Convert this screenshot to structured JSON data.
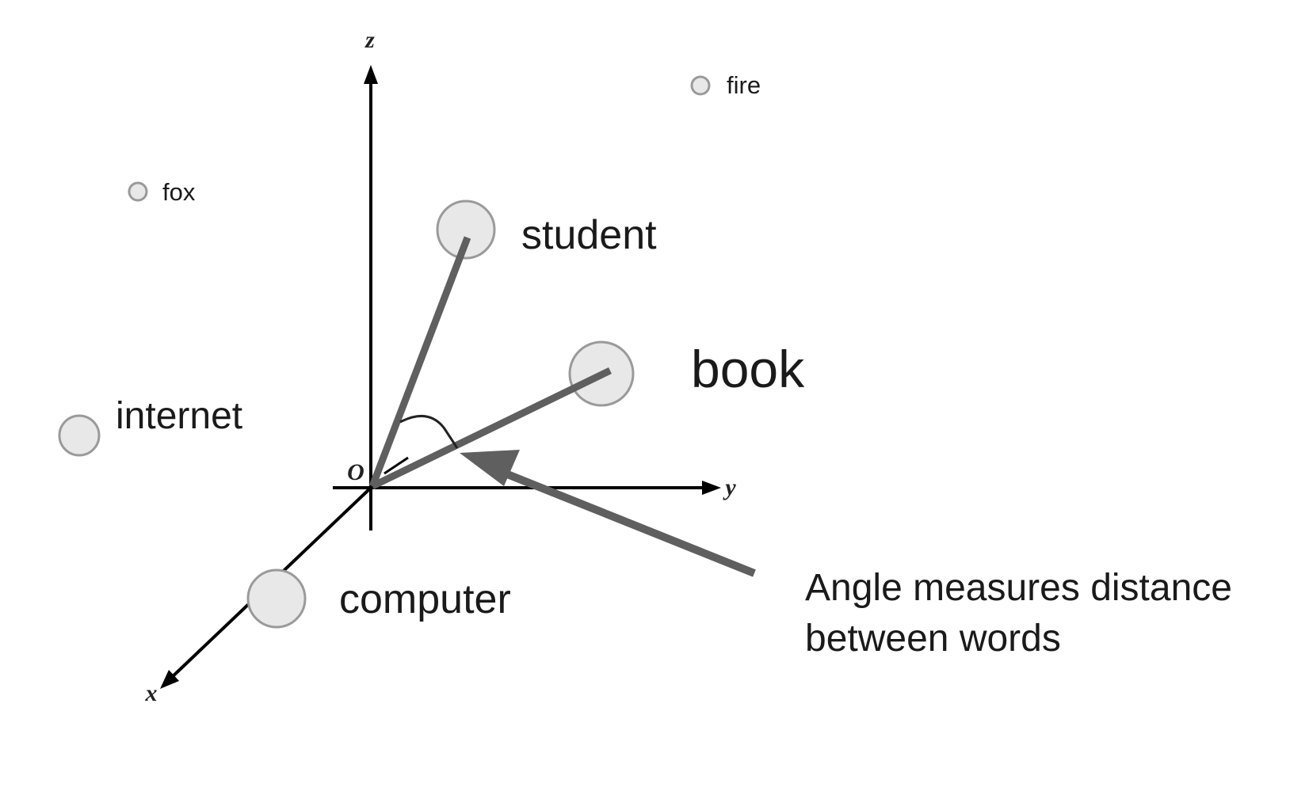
{
  "axes": {
    "z_label": "z",
    "y_label": "y",
    "x_label": "x",
    "origin_label": "O"
  },
  "words": {
    "fire": "fire",
    "fox": "fox",
    "student": "student",
    "book": "book",
    "internet": "internet",
    "computer": "computer"
  },
  "annotation": {
    "line1": "Angle measures distance",
    "line2": "between words"
  },
  "colors": {
    "axis": "#000000",
    "vector": "#5f5f5f",
    "node_fill": "#e8e8e8",
    "node_stroke": "#9a9a9a"
  }
}
